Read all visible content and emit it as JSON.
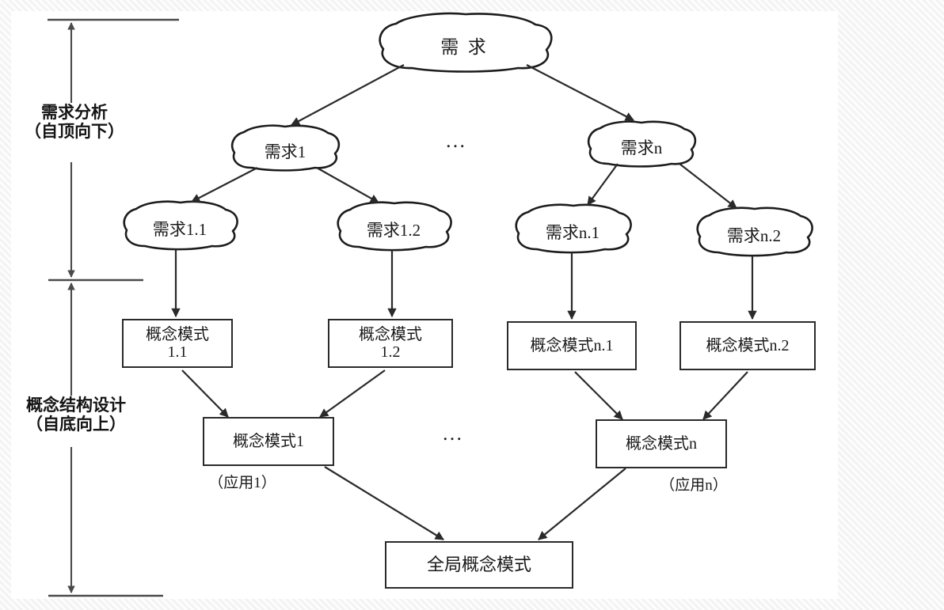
{
  "diagram": {
    "title_nodes": {
      "root": "需  求",
      "req1": "需求1",
      "reqn": "需求n",
      "req1_1": "需求1.1",
      "req1_2": "需求1.2",
      "reqn_1": "需求n.1",
      "reqn_2": "需求n.2"
    },
    "boxes": {
      "schema1_1": "概念模式\n1.1",
      "schema1_2": "概念模式\n1.2",
      "schema_n_1": "概念模式n.1",
      "schema_n_2": "概念模式n.2",
      "schema1": "概念模式1",
      "schema_n": "概念模式n",
      "global": "全局概念模式"
    },
    "annotations": {
      "app1": "（应用1）",
      "appn": "（应用n）",
      "ellipsis_top": "…",
      "ellipsis_bottom": "…"
    },
    "axis": {
      "phase1": "需求分析\n（自顶向下）",
      "phase2": "概念结构设计\n（自底向上）"
    },
    "colors": {
      "stroke": "#2a2a2a",
      "text": "#1a1a1a",
      "paper": "#ffffff",
      "axis_line": "#4a4a4a"
    }
  }
}
